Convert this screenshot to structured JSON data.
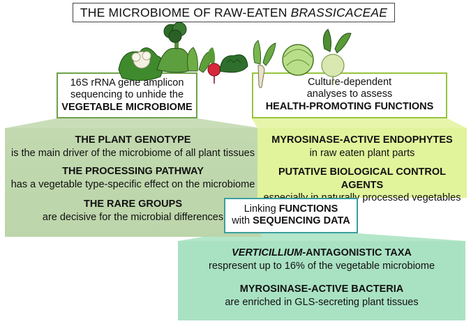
{
  "title": {
    "prefix": "THE MICROBIOME OF RAW-EATEN",
    "italic": "BRASSICACEAE"
  },
  "left_label": {
    "line1": "16S rRNA gene amplicon",
    "line2": "sequencing to unhide the",
    "emph": "VEGETABLE MICROBIOME"
  },
  "right_label": {
    "line1": "Culture-dependent",
    "line2": "analyses to assess",
    "emph": "HEALTH-PROMOTING FUNCTIONS"
  },
  "middle_label": {
    "pre": "Linking",
    "emph1": "FUNCTIONS",
    "pre2": "with",
    "emph2": "SEQUENCING DATA"
  },
  "left_panel": [
    {
      "heading": "THE PLANT GENOTYPE",
      "text": "is the main driver of the microbiome of all plant tissues"
    },
    {
      "heading": "THE PROCESSING PATHWAY",
      "text": "has a vegetable type-specific effect on the microbiome"
    },
    {
      "heading": "THE RARE GROUPS",
      "text": "are decisive for the microbial differences"
    }
  ],
  "right_panel": [
    {
      "heading": "MYROSINASE-ACTIVE ENDOPHYTES",
      "text": "in raw eaten plant parts"
    },
    {
      "heading": "PUTATIVE BIOLOGICAL CONTROL AGENTS",
      "text": "especially in naturally processed vegetables"
    }
  ],
  "bottom_panel": [
    {
      "heading_italic": "VERTICILLIUM",
      "heading_rest": "-ANTAGONISTIC TAXA",
      "text": "respresent up to 16% of the vegetable microbiome"
    },
    {
      "heading": "MYROSINASE-ACTIVE BACTERIA",
      "text": "are enriched in GLS-secreting plant tissues"
    }
  ],
  "colors": {
    "left_panel": "#c2d9b0",
    "right_panel": "#e1f39b",
    "bottom_panel": "#a9e2c3",
    "left_border": "#6ea24a",
    "right_border": "#96c43c",
    "mid_border": "#3a9f9f"
  },
  "icons": [
    "cauliflower-icon",
    "broccoli-icon",
    "leafy-greens-icon",
    "radish-icon",
    "kale-icon",
    "root-vegetable-icon",
    "cabbage-icon",
    "kohlrabi-icon"
  ]
}
